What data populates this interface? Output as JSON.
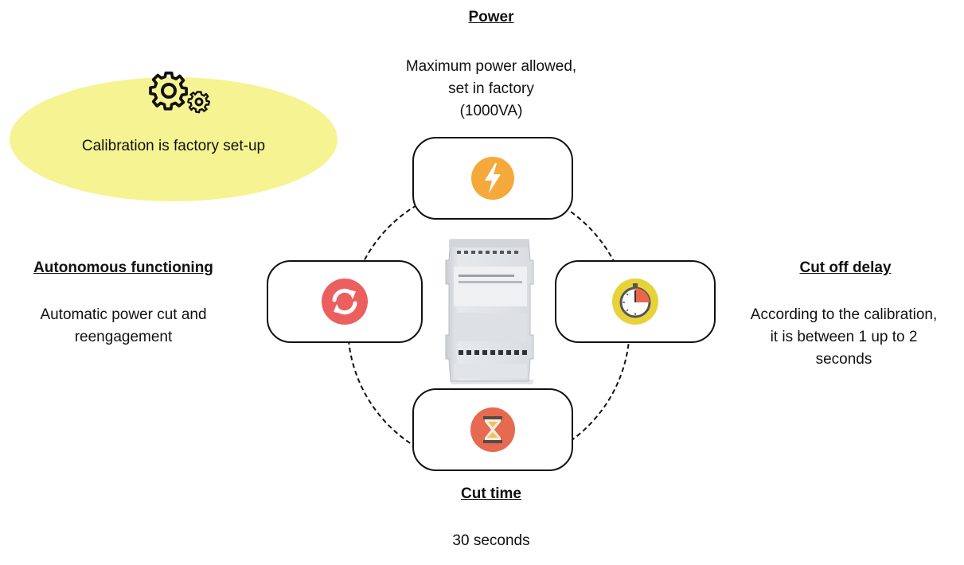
{
  "calibration": {
    "text": "Calibration is factory set-up",
    "icon": "gears-icon",
    "bubble_color": "#f6f392"
  },
  "power": {
    "heading": "Power",
    "lines": [
      "Maximum power allowed,",
      "set in factory",
      "(1000VA)"
    ],
    "icon": "lightning-bolt-icon",
    "icon_color": "#f5a93b"
  },
  "cut_off_delay": {
    "heading": "Cut off delay",
    "lines": [
      "According to the calibration,",
      "it is between 1 up to 2",
      "seconds"
    ],
    "icon": "stopwatch-icon",
    "icon_color": "#e7d23c"
  },
  "autonomous": {
    "heading": "Autonomous functioning",
    "lines": [
      "Automatic power cut and",
      "reengagement"
    ],
    "icon": "refresh-arrows-icon",
    "icon_color": "#ec5f5f"
  },
  "cut_time": {
    "heading": "Cut time",
    "lines": [
      "30 seconds"
    ],
    "icon": "hourglass-icon",
    "icon_color": "#e66a4f"
  },
  "device": {
    "icon": "din-rail-module-image"
  }
}
